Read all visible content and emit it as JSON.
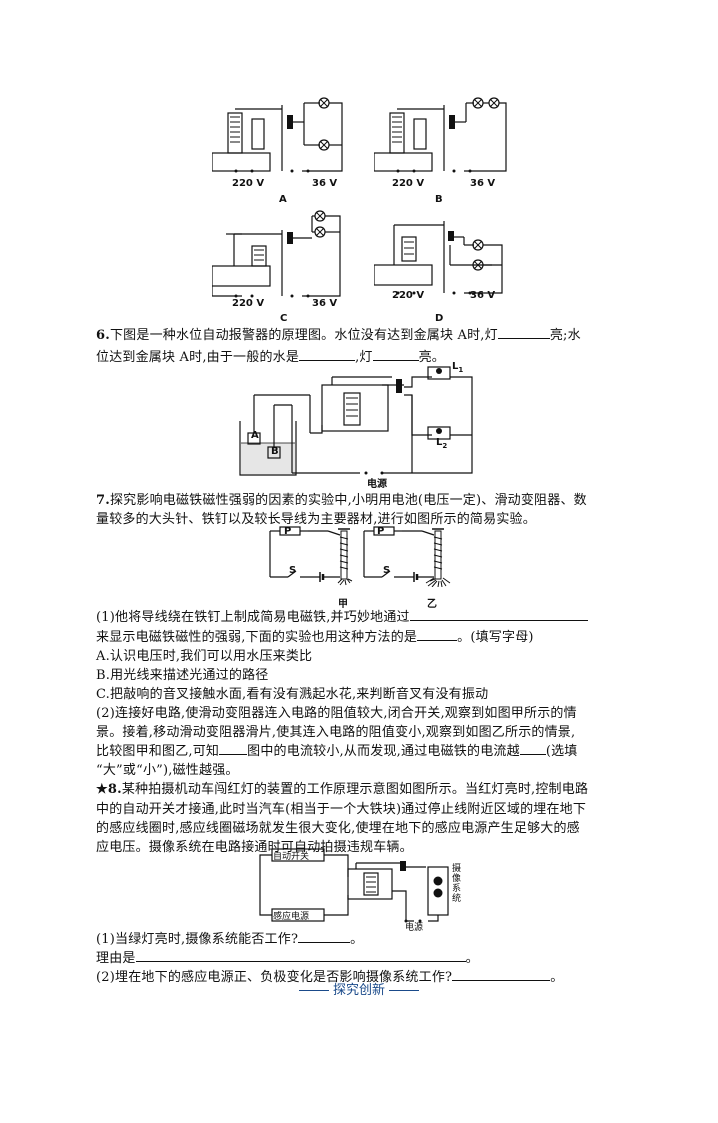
{
  "circuits_top": {
    "A": {
      "left_label": "220 V",
      "right_label": "36 V",
      "option": "A"
    },
    "B": {
      "left_label": "220 V",
      "right_label": "36 V",
      "option": "B"
    },
    "C": {
      "left_label": "220 V",
      "right_label": "36 V",
      "option": "C"
    },
    "D": {
      "left_label": "220 V",
      "right_label": "36 V",
      "option": "D"
    }
  },
  "q6": {
    "num": "6.",
    "line1_a": "下图是一种水位自动报警器的原理图。水位没有达到金属块 A时,灯",
    "line1_b": "亮;水",
    "line2_a": "位达到金属块 A时,由于一般的水是",
    "line2_b": ",灯",
    "line2_c": "亮。",
    "fig": {
      "A": "A",
      "B": "B",
      "L1": "L",
      "L1_sub": "1",
      "L2": "L",
      "L2_sub": "2",
      "power": "电源"
    }
  },
  "q7": {
    "num": "7.",
    "line1": "探究影响电磁铁磁性强弱的因素的实验中,小明用电池(电压一定)、滑动变阻器、数",
    "line2": "量较多的大头针、铁钉以及较长导线为主要器材,进行如图所示的简易实验。",
    "fig": {
      "P": "P",
      "S": "S",
      "jia": "甲",
      "yi": "乙"
    },
    "p1_a": "(1)他将导线绕在铁钉上制成简易电磁铁,并巧妙地通过",
    "p1_b": "来显示电磁铁磁性的强弱,下面的实验也用这种方法的是",
    "p1_c": "。(填写字母)",
    "optA": "A.认识电压时,我们可以用水压来类比",
    "optB": "B.用光线来描述光通过的路径",
    "optC": "C.把敲响的音叉接触水面,看有没有溅起水花,来判断音叉有没有振动",
    "p2_l1": "(2)连接好电路,使滑动变阻器连入电路的阻值较大,闭合开关,观察到如图甲所示的情",
    "p2_l2": "景。接着,移动滑动变阻器滑片,使其连入电路的阻值变小,观察到如图乙所示的情景,",
    "p2_l3_a": "比较图甲和图乙,可知",
    "p2_l3_b": "图中的电流较小,从而发现,通过电磁铁的电流越",
    "p2_l3_c": "(选填",
    "p2_l4": "“大”或“小”),磁性越强。"
  },
  "q8": {
    "num": "★8.",
    "l1": "某种拍摄机动车闯红灯的装置的工作原理示意图如图所示。当红灯亮时,控制电路",
    "l2": "中的自动开关才接通,此时当汽车(相当于一个大铁块)通过停止线附近区域的埋在地下",
    "l3": "的感应线圈时,感应线圈磁场就发生很大变化,使埋在地下的感应电源产生足够大的感",
    "l4": "应电压。摄像系统在电路接通时可自动拍摄违规车辆。",
    "fig": {
      "switch": "自动开关",
      "sensor": "感应电源",
      "power": "电源",
      "camera": "摄像系统"
    },
    "p1_a": "(1)当绿灯亮时,摄像系统能否工作?",
    "p1_b": "。",
    "p1_reason": "理由是",
    "p1_end": "。",
    "p2_a": "(2)埋在地下的感应电源正、负极变化是否影响摄像系统工作?",
    "p2_b": "。"
  },
  "section_heading": "探究创新"
}
